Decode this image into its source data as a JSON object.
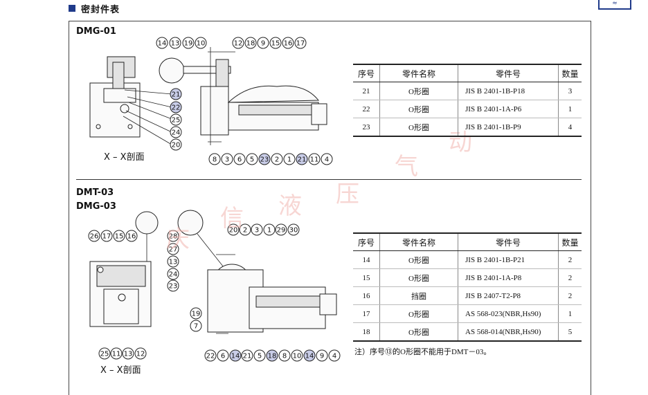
{
  "header": {
    "title": "密封件表"
  },
  "corner_mark": "≈",
  "top": {
    "model": "DMG-01",
    "section_label": "X – X剖面",
    "table": {
      "headers": [
        "序号",
        "零件名称",
        "零件号",
        "数量"
      ],
      "rows": [
        [
          "21",
          "O形圈",
          "JIS B 2401-1B-P18",
          "3"
        ],
        [
          "22",
          "O形圈",
          "JIS B 2401-1A-P6",
          "1"
        ],
        [
          "23",
          "O形圈",
          "JIS B 2401-1B-P9",
          "4"
        ]
      ]
    }
  },
  "bottom": {
    "model_1": "DMT-03",
    "model_2": "DMG-03",
    "section_label": "X – X剖面",
    "table": {
      "headers": [
        "序号",
        "零件名称",
        "零件号",
        "数量"
      ],
      "rows": [
        [
          "14",
          "O形圈",
          "JIS B 2401-1B-P21",
          "2"
        ],
        [
          "15",
          "O形圈",
          "JIS B 2401-1A-P8",
          "2"
        ],
        [
          "16",
          "挡圈",
          "JIS B 2407-T2-P8",
          "2"
        ],
        [
          "17",
          "O形圈",
          "AS 568-023(NBR,Hs90)",
          "1"
        ],
        [
          "18",
          "O形圈",
          "AS 568-014(NBR,Hs90)",
          "5"
        ]
      ]
    },
    "note": "注）序号⑬的O形圈不能用于DMT－03。"
  },
  "watermark": [
    "庆",
    "信",
    "液",
    "压",
    "气",
    "动"
  ]
}
